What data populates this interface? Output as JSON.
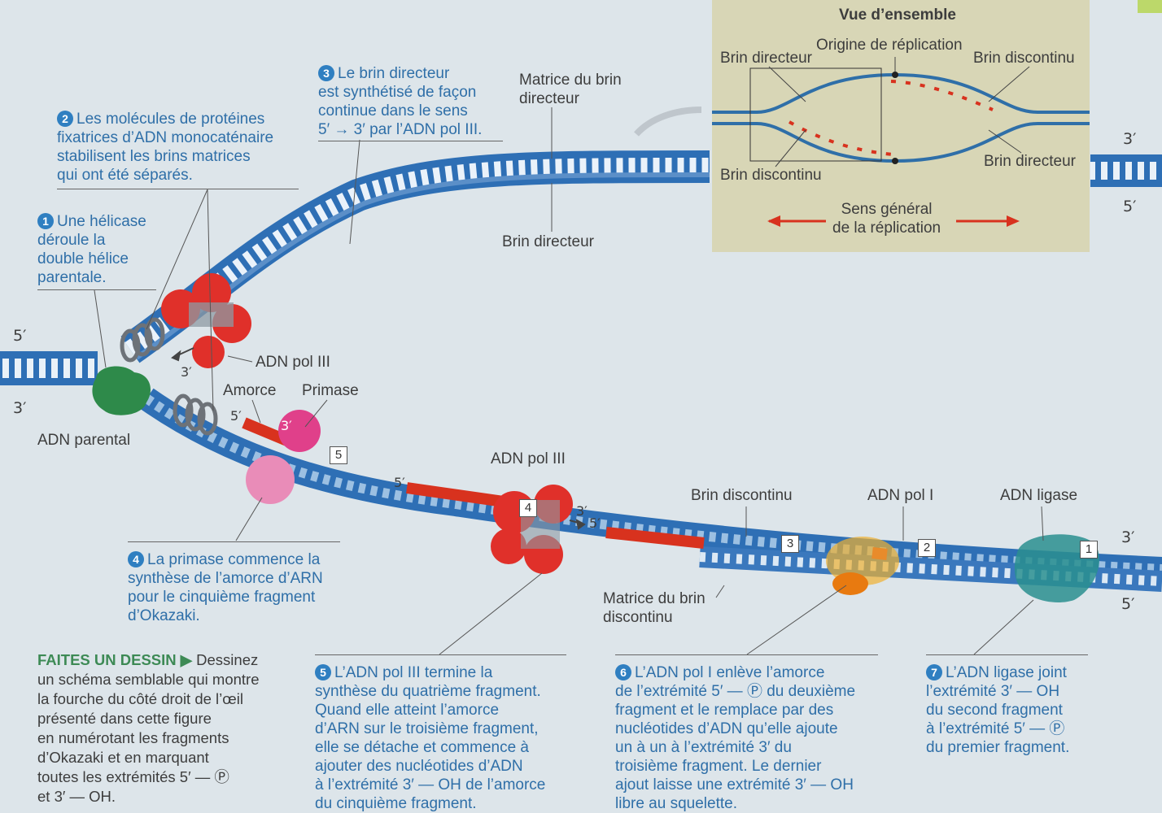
{
  "overview": {
    "title": "Vue d’ensemble",
    "origin": "Origine de réplication",
    "brin_directeur_tl": "Brin directeur",
    "brin_discontinu_tr": "Brin discontinu",
    "brin_discontinu_bl": "Brin discontinu",
    "brin_directeur_br": "Brin directeur",
    "sens_line1": "Sens général",
    "sens_line2": "de la réplication"
  },
  "labels": {
    "matrice_directeur_1": "Matrice du brin",
    "matrice_directeur_2": "directeur",
    "brin_directeur": "Brin directeur",
    "adn_pol_iii_top": "ADN pol III",
    "amorce": "Amorce",
    "primase": "Primase",
    "adn_parental": "ADN parental",
    "adn_pol_iii_mid": "ADN pol III",
    "brin_discontinu": "Brin discontinu",
    "adn_pol_i": "ADN pol I",
    "adn_ligase": "ADN ligase",
    "matrice_discontinu_1": "Matrice du brin",
    "matrice_discontinu_2": "discontinu",
    "end_5_left": "5′",
    "end_3_left": "3′",
    "end_3_right_top": "3′",
    "end_5_right_top": "5′",
    "end_3_right_bottom": "3′",
    "end_5_right_bottom": "5′",
    "end_3_helicase": "3′",
    "end_5_amorce": "5′",
    "end_3_amorce": "3′",
    "end_5_frag4": "5′",
    "end_3_frag4": "3′",
    "end_5_frag3": "5′"
  },
  "fragments": [
    "5",
    "4",
    "3",
    "2",
    "1"
  ],
  "steps": [
    {
      "n": "1",
      "lines": [
        "Une hélicase",
        "déroule la",
        "double hélice",
        "parentale."
      ]
    },
    {
      "n": "2",
      "lines": [
        "Les molécules de protéines",
        "fixatrices d’ADN monocaténaire",
        "stabilisent les brins matrices",
        "qui ont été séparés."
      ]
    },
    {
      "n": "3",
      "lines": [
        "Le brin directeur",
        "est synthétisé de façon",
        "continue dans le sens",
        "5′ → 3′ par l’ADN pol III."
      ]
    },
    {
      "n": "4",
      "lines": [
        "La primase commence la",
        "synthèse de l’amorce d’ARN",
        "pour le cinquième fragment",
        "d’Okazaki."
      ]
    },
    {
      "n": "5",
      "lines": [
        "L’ADN pol III termine la",
        "synthèse du quatrième fragment.",
        "Quand elle atteint l’amorce",
        "d’ARN sur le troisième fragment,",
        "elle se détache et commence à",
        "ajouter des nucléotides d’ADN",
        "à l’extrémité 3′ — OH de l’amorce",
        "du cinquième fragment."
      ]
    },
    {
      "n": "6",
      "lines": [
        "L’ADN pol I enlève l’amorce",
        "de l’extrémité 5′ — Ⓟ du deuxième",
        "fragment et le remplace par des",
        "nucléotides d’ADN qu’elle ajoute",
        "un à un à l’extrémité 3′ du",
        "troisième fragment. Le dernier",
        "ajout laisse une extrémité 3′ — OH",
        "libre au squelette."
      ]
    },
    {
      "n": "7",
      "lines": [
        "L’ADN ligase joint",
        "l’extrémité 3′ — OH",
        "du second fragment",
        "à l’extrémité 5′ — Ⓟ",
        "du premier fragment."
      ]
    }
  ],
  "draw": {
    "heading": "FAITES UN DESSIN ▶",
    "first": "Dessinez",
    "lines": [
      "un schéma semblable qui montre",
      "la fourche du côté droit de l’œil",
      "présenté dans cette figure",
      "en numérotant les fragments",
      "d’Okazaki et en marquant",
      "toutes les extrémités 5′ — Ⓟ",
      "et 3′ — OH."
    ]
  },
  "colors": {
    "dna_blue": "#2e6fb5",
    "dna_light": "#8fb5da",
    "rna_red": "#d8321e",
    "polymerase": "#e0302a",
    "helicase": "#2e8a4a",
    "primase": "#e0408a",
    "ligase": "#2a8f8f",
    "pol_i": "#e89a20",
    "step_blue": "#2f6fa8",
    "heading_green": "#3d8a55"
  }
}
